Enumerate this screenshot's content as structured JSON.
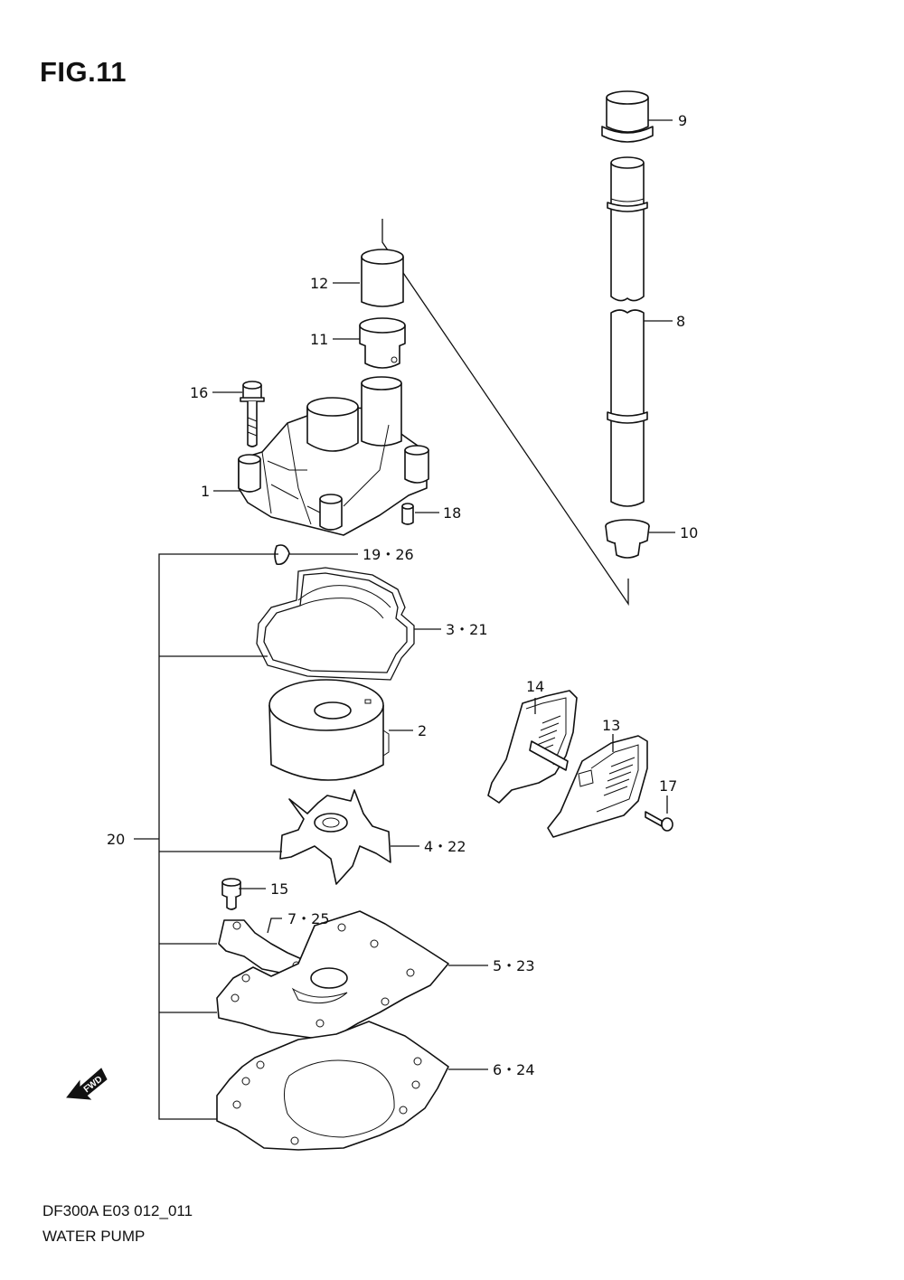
{
  "figure": {
    "title": "FIG.11",
    "model_code": "DF300A E03 012_011",
    "name": "WATER PUMP",
    "fwd_badge": "FWD"
  },
  "part_labels": {
    "p9": "9",
    "p8": "8",
    "p10": "10",
    "p12": "12",
    "p11": "11",
    "p16": "16",
    "p1": "1",
    "p18": "18",
    "p19_26": "19・26",
    "p3_21": "3・21",
    "p2": "2",
    "p14": "14",
    "p13": "13",
    "p17": "17",
    "p20": "20",
    "p4_22": "4・22",
    "p15": "15",
    "p7_25": "7・25",
    "p5_23": "5・23",
    "p6_24": "6・24"
  }
}
